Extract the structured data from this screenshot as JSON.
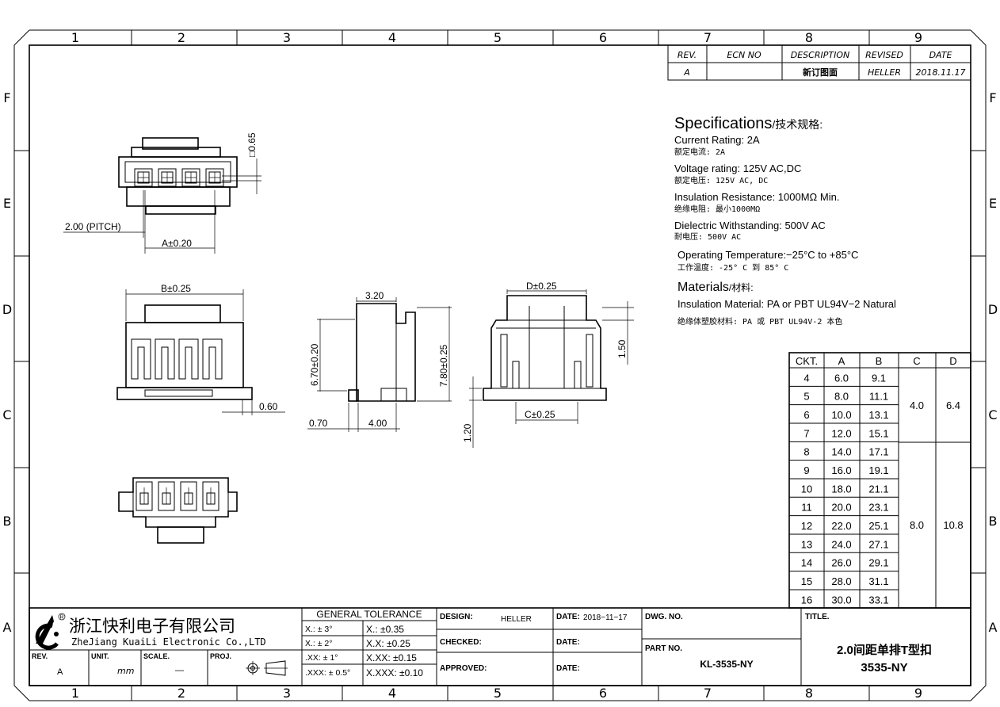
{
  "zones": {
    "columns": [
      "1",
      "2",
      "3",
      "4",
      "5",
      "6",
      "7",
      "8",
      "9"
    ],
    "rows": [
      "F",
      "E",
      "D",
      "C",
      "B",
      "A"
    ]
  },
  "revision": {
    "headers": [
      "REV.",
      "ECN NO",
      "DESCRIPTION",
      "REVISED",
      "DATE"
    ],
    "row": [
      "A",
      "",
      "新订图面",
      "HELLER",
      "2018.11.17"
    ]
  },
  "specs": {
    "title": "Specifications",
    "title_cn": "/技术规格:",
    "items": [
      {
        "en": "Current Rating: 2A",
        "cn": "额定电流: 2A"
      },
      {
        "en": "Voltage rating: 125V AC,DC",
        "cn": "额定电压: 125V AC, DC"
      },
      {
        "en": "Insulation Resistance: 1000MΩ Min.",
        "cn": "绝缘电阻: 最小1000MΩ"
      },
      {
        "en": "Dielectric Withstanding: 500V AC",
        "cn": "耐电压: 500V AC"
      },
      {
        "en": "Operating Temperature:−25°C to +85°C",
        "cn": "工作温度: -25° C 到 85° C"
      }
    ],
    "materials_title": "Materials",
    "materials_title_cn": "/材料:",
    "material_en": "Insulation Material: PA or PBT UL94V−2 Natural",
    "material_cn": "绝缘体塑胶材料: PA 或 PBT UL94V-2 本色"
  },
  "ckt_table": {
    "headers": [
      "CKT.",
      "A",
      "B",
      "C",
      "D"
    ],
    "rows": [
      [
        "4",
        "6.0",
        "9.1"
      ],
      [
        "5",
        "8.0",
        "11.1"
      ],
      [
        "6",
        "10.0",
        "13.1"
      ],
      [
        "7",
        "12.0",
        "15.1"
      ],
      [
        "8",
        "14.0",
        "17.1"
      ],
      [
        "9",
        "16.0",
        "19.1"
      ],
      [
        "10",
        "18.0",
        "21.1"
      ],
      [
        "11",
        "20.0",
        "23.1"
      ],
      [
        "12",
        "22.0",
        "25.1"
      ],
      [
        "13",
        "24.0",
        "27.1"
      ],
      [
        "14",
        "26.0",
        "29.1"
      ],
      [
        "15",
        "28.0",
        "31.1"
      ],
      [
        "16",
        "30.0",
        "33.1"
      ]
    ],
    "group1": {
      "c": "4.0",
      "d": "6.4"
    },
    "group2": {
      "c": "8.0",
      "d": "10.8"
    }
  },
  "dims": {
    "pitch": "2.00 (PITCH)",
    "a": "A±0.20",
    "sq": "□0.65",
    "b": "B±0.25",
    "d060": "0.60",
    "d320": "3.20",
    "d670": "6.70±0.20",
    "d780": "7.80±0.25",
    "d070": "0.70",
    "d400": "4.00",
    "d": "D±0.25",
    "d150": "1.50",
    "d120": "1.20",
    "c": "C±0.25"
  },
  "title_block": {
    "company_cn": "浙江快利电子有限公司",
    "company_en": "ZheJiang KuaiLi Electronic Co.,LTD",
    "rev_label": "REV.",
    "rev_value": "A",
    "unit_label": "UNIT.",
    "unit_value": "mm",
    "scale_label": "SCALE.",
    "scale_value": "—",
    "proj_label": "PROJ.",
    "tolerance_title": "GENERAL  TOLERANCE",
    "tol_angle": [
      "X.: ± 3°",
      "X.: ± 2°",
      ".XX: ± 1°",
      ".XXX: ± 0.5°"
    ],
    "tol_linear": [
      "X.:      ±0.35",
      "X.X:    ±0.25",
      "X.XX:   ±0.15",
      "X.XXX: ±0.10"
    ],
    "design_label": "DESIGN:",
    "design_value": "HELLER",
    "checked_label": "CHECKED:",
    "approved_label": "APPROVED:",
    "date1_label": "DATE:",
    "date1_value": "2018−11−17",
    "date2_label": "DATE:",
    "date3_label": "DATE:",
    "dwg_label": "DWG. NO.",
    "part_label": "PART NO.",
    "part_value": "KL-3535-NY",
    "title_label": "TITLE.",
    "title_cn": "2.0间距单排T型扣",
    "title_code": "3535-NY"
  }
}
